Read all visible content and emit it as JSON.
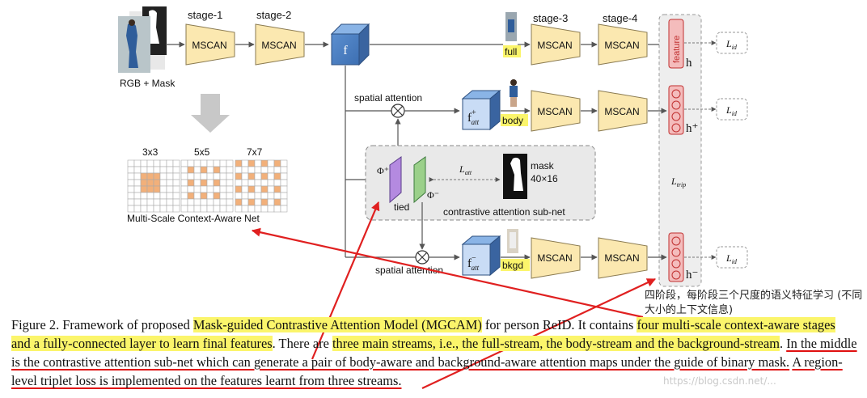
{
  "diagram": {
    "input_label": "RGB + Mask",
    "stage_labels": [
      "stage-1",
      "stage-2",
      "stage-3",
      "stage-4"
    ],
    "block_label": "MSCAN",
    "f_label": "f",
    "stream_labels": {
      "full": "full",
      "body": "body",
      "bkgd": "bkgd"
    },
    "spatial_attention": "spatial attention",
    "f_att_label": "f",
    "f_att_sub": "att",
    "plus": "+",
    "minus": "−",
    "phi_plus": "Φ⁺",
    "phi_minus": "Φ⁻",
    "tied": "tied",
    "l_att": "L",
    "l_att_sub": "att",
    "mask_label": "mask",
    "mask_size": "40×16",
    "subnet_label": "contrastive attention sub-net",
    "kernel_labels": [
      "3x3",
      "5x5",
      "7x7"
    ],
    "msca_label": "Multi-Scale Context-Aware Net",
    "feature_label": "feature",
    "h_labels": [
      "h",
      "h⁺",
      "h⁻"
    ],
    "l_id": "L",
    "l_id_sub": "id",
    "l_trip": "L",
    "l_trip_sub": "trip"
  },
  "caption": {
    "s1": "Figure 2. Framework of proposed ",
    "s2": "Mask-guided Contrastive Attention Model (MGCAM)",
    "s3": " for person ReID. It contains ",
    "s4": "four multi-scale context-aware stages and a fully-connected layer to learn final features",
    "s5": ". There are ",
    "s6": "three main streams, i.e., the full-stream, the body-stream and the background-stream",
    "s7": ". ",
    "s8": "In the middle is the contrastive attention sub-net which can generate a pair of body-aware and background-aware attention maps under the guide of binary mask.",
    "s9": " ",
    "s10": "A region-level triplet loss is implemented on the features learnt from three streams."
  },
  "annotation": {
    "note": "四阶段，每阶段三个尺度的语义特征学习 (不同大小的上下文信息)",
    "arrow_color": "#e02020"
  },
  "watermark": "https://blog.csdn.net/..."
}
